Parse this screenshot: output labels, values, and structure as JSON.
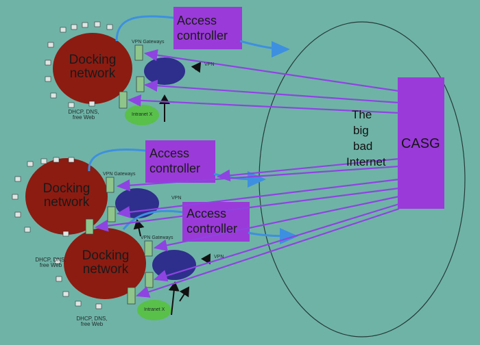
{
  "diagram": {
    "internet": {
      "lines": [
        "The",
        "big",
        "bad",
        "Internet"
      ]
    },
    "casg": "CASG",
    "access_controllers": [
      "Access controller",
      "Access controller",
      "Access controller"
    ],
    "docking_networks": [
      "Docking network",
      "Docking network",
      "Docking network"
    ],
    "vpn_gateways_label": "VPN Gateways",
    "vpn_label": "VPN",
    "intranet_label": "Intranet X",
    "services_label": "DHCP, DNS, free Web",
    "colors": {
      "background": "#6fb3a6",
      "docking_network": "#8c1b12",
      "casg": "#9a3ad8",
      "access_controller": "#9a3ad8",
      "vpn_node": "#2e2f8c",
      "intranet": "#59c04a",
      "arrow_purple": "#8e44e0",
      "arrow_blue": "#3d8fe0"
    }
  }
}
